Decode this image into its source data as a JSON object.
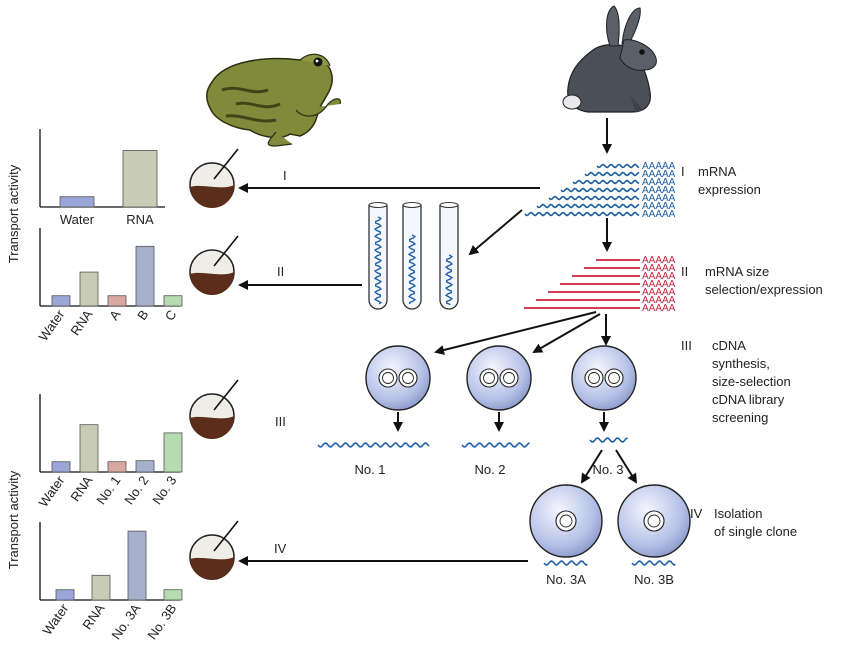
{
  "y_axis_label": "Transport activity",
  "steps": [
    {
      "numeral": "I",
      "lines": [
        "mRNA",
        "expression"
      ]
    },
    {
      "numeral": "II",
      "lines": [
        "mRNA size",
        "selection/expression"
      ]
    },
    {
      "numeral": "III",
      "lines": [
        "cDNA",
        "synthesis,",
        "size-selection",
        "cDNA library",
        "screening"
      ]
    },
    {
      "numeral": "IV",
      "lines": [
        "Isolation",
        "of single clone"
      ]
    }
  ],
  "arrow_labels": [
    "I",
    "II",
    "III",
    "IV"
  ],
  "polyA": "AAAAA",
  "clones": [
    "No. 1",
    "No. 2",
    "No. 3"
  ],
  "subclones": [
    "No. 3A",
    "No. 3B"
  ],
  "colors": {
    "mrna_blue": "#1f5fa8",
    "mrna_red": "#c8253a",
    "plate": "#aab8e0",
    "oocyte": "#5a2e1a"
  },
  "chart_data": [
    {
      "type": "bar",
      "categories": [
        "Water",
        "RNA"
      ],
      "values": [
        1,
        5.5
      ],
      "ylabel": "Transport activity"
    },
    {
      "type": "bar",
      "categories": [
        "Water",
        "RNA",
        "A",
        "B",
        "C"
      ],
      "values": [
        1,
        3.3,
        1,
        5.8,
        1
      ],
      "ylabel": ""
    },
    {
      "type": "bar",
      "categories": [
        "Water",
        "RNA",
        "No. 1",
        "No. 2",
        "No. 3"
      ],
      "values": [
        1,
        4.6,
        1,
        1.1,
        3.8
      ],
      "ylabel": "Transport activity"
    },
    {
      "type": "bar",
      "categories": [
        "Water",
        "RNA",
        "No. 3A",
        "No. 3B"
      ],
      "values": [
        1,
        2.4,
        6.7,
        1
      ],
      "ylabel": ""
    }
  ]
}
